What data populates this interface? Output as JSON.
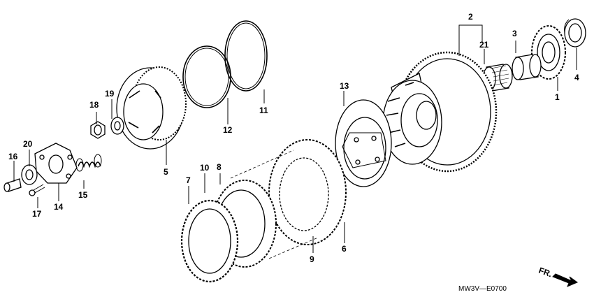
{
  "diagram": {
    "code": "MW3V—E0700",
    "direction_label": "FR.",
    "callouts": [
      "1",
      "2",
      "3",
      "4",
      "5",
      "6",
      "7",
      "8",
      "9",
      "10",
      "11",
      "12",
      "13",
      "14",
      "15",
      "16",
      "17",
      "18",
      "19",
      "20",
      "21"
    ]
  }
}
